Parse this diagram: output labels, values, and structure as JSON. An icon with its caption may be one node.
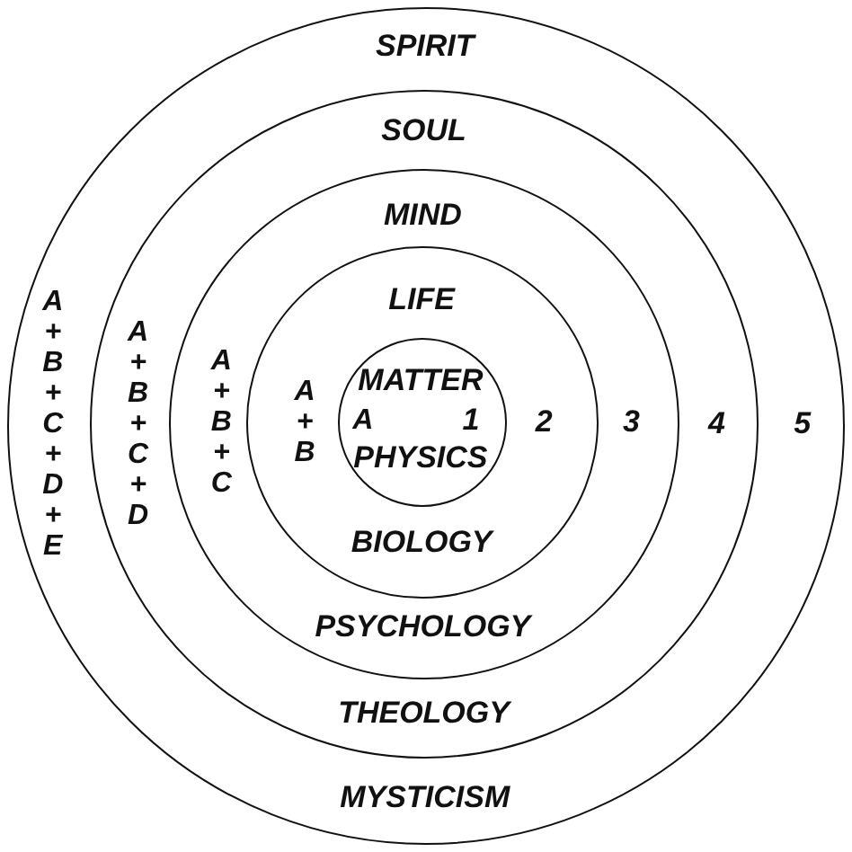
{
  "diagram": {
    "nodes": [
      {
        "text": [
          "SPIRIT",
          "A + B + C + D + E",
          "5",
          "MYSTICISM"
        ]
      },
      {
        "text": [
          "SOUL",
          "A + B + C + D",
          "4",
          "THEOLOGY"
        ],
        "in": 0
      },
      {
        "text": [
          "MIND",
          "A + B + C",
          "3",
          "PSYCHOLOGY"
        ],
        "in": 1
      },
      {
        "text": [
          "LIFE",
          "A + B",
          "2",
          "BIOLOGY"
        ],
        "in": 2
      },
      {
        "text": [
          "MATTER",
          "A",
          "1",
          "PHYSICS"
        ],
        "in": 3
      }
    ],
    "edges": []
  }
}
